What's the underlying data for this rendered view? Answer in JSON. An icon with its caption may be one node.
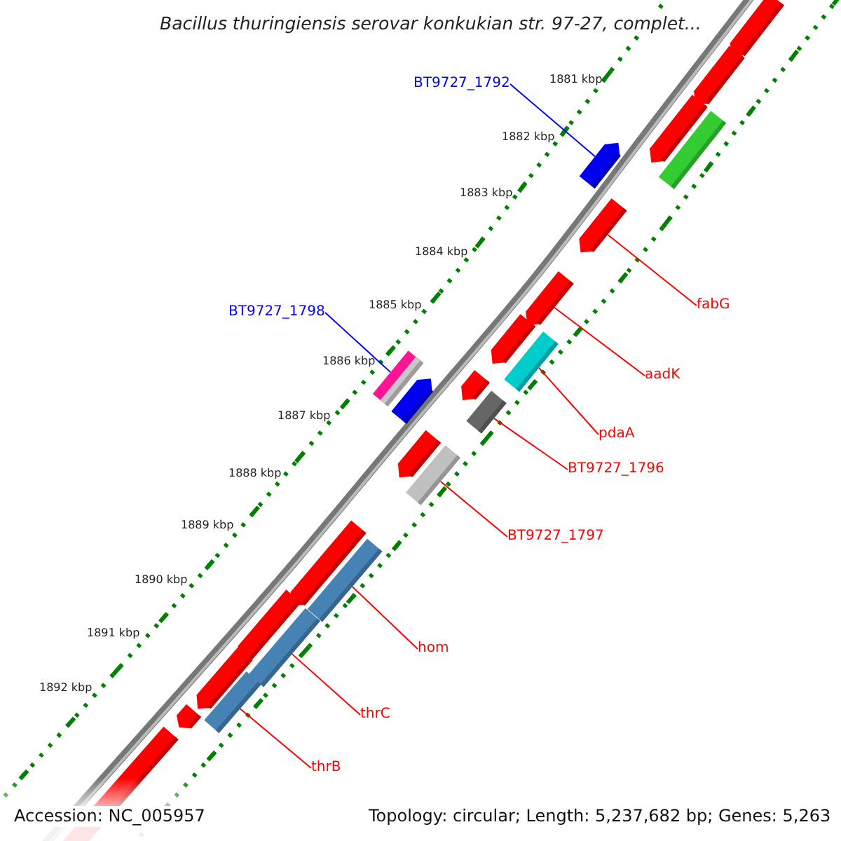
{
  "diagram": {
    "title": "Bacillus thuringiensis serovar konkukian str. 97-27, complet...",
    "nodes": [
      {
        "text": [
          "BT9727_1792"
        ]
      },
      {
        "text": [
          "BT9727_1798"
        ]
      },
      {
        "text": [
          "fabG"
        ]
      },
      {
        "text": [
          "aadK"
        ]
      },
      {
        "text": [
          "pdaA"
        ]
      },
      {
        "text": [
          "BT9727_1796"
        ]
      },
      {
        "text": [
          "BT9727_1797"
        ]
      },
      {
        "text": [
          "hom"
        ]
      },
      {
        "text": [
          "thrC"
        ]
      },
      {
        "text": [
          "thrB"
        ]
      },
      {
        "text": [],
        "shape": "bar"
      },
      {
        "text": [],
        "shape": "bar"
      },
      {
        "text": [],
        "shape": "bar"
      },
      {
        "text": [],
        "shape": "bar"
      },
      {
        "text": [],
        "shape": "bar"
      },
      {
        "text": [],
        "shape": "bar"
      },
      {
        "text": [],
        "shape": "bar"
      },
      {
        "text": [],
        "shape": "bar"
      },
      {
        "text": [],
        "shape": "bar"
      },
      {
        "text": [],
        "shape": "bar"
      },
      {
        "text": [],
        "shape": "bar"
      },
      {
        "text": [],
        "shape": "bar"
      },
      {
        "text": [],
        "shape": "bar"
      },
      {
        "text": [],
        "shape": "bar"
      },
      {
        "text": [],
        "shape": "bar"
      },
      {
        "text": [],
        "shape": "bar"
      },
      {
        "text": [],
        "shape": "bar"
      },
      {
        "text": [],
        "shape": "bar"
      },
      {
        "text": [],
        "shape": "bar"
      },
      {
        "text": [],
        "shape": "bar"
      },
      {
        "text": [],
        "shape": "bar"
      },
      {
        "text": [],
        "shape": "bar"
      },
      {
        "text": [],
        "shape": "bar"
      }
    ],
    "edges": [
      {
        "from": 0,
        "to": 14,
        "arrow": "none",
        "color": "#0000ff"
      },
      {
        "from": 1,
        "to": 19,
        "arrow": "none",
        "color": "#0000ff"
      },
      {
        "from": 2,
        "to": 15,
        "arrow": "none"
      },
      {
        "from": 3,
        "to": 16,
        "arrow": "none"
      },
      {
        "from": 4,
        "to": 18,
        "arrow": "none"
      },
      {
        "from": 5,
        "to": 22,
        "arrow": "none"
      },
      {
        "from": 6,
        "to": 24,
        "arrow": "none"
      },
      {
        "from": 7,
        "to": 26,
        "arrow": "none"
      },
      {
        "from": 8,
        "to": 28,
        "arrow": "none"
      },
      {
        "from": 9,
        "to": 30,
        "arrow": "none"
      }
    ],
    "labels": [
      "1881 kbp",
      "1882 kbp",
      "1883 kbp",
      "1884 kbp",
      "1885 kbp",
      "1886 kbp",
      "1887 kbp",
      "1888 kbp",
      "1889 kbp",
      "1890 kbp",
      "1891 kbp",
      "1892 kbp",
      "Accession: NC_005957",
      "Topology: circular; Length: 5,237,682 bp; Genes: 5,263"
    ]
  }
}
